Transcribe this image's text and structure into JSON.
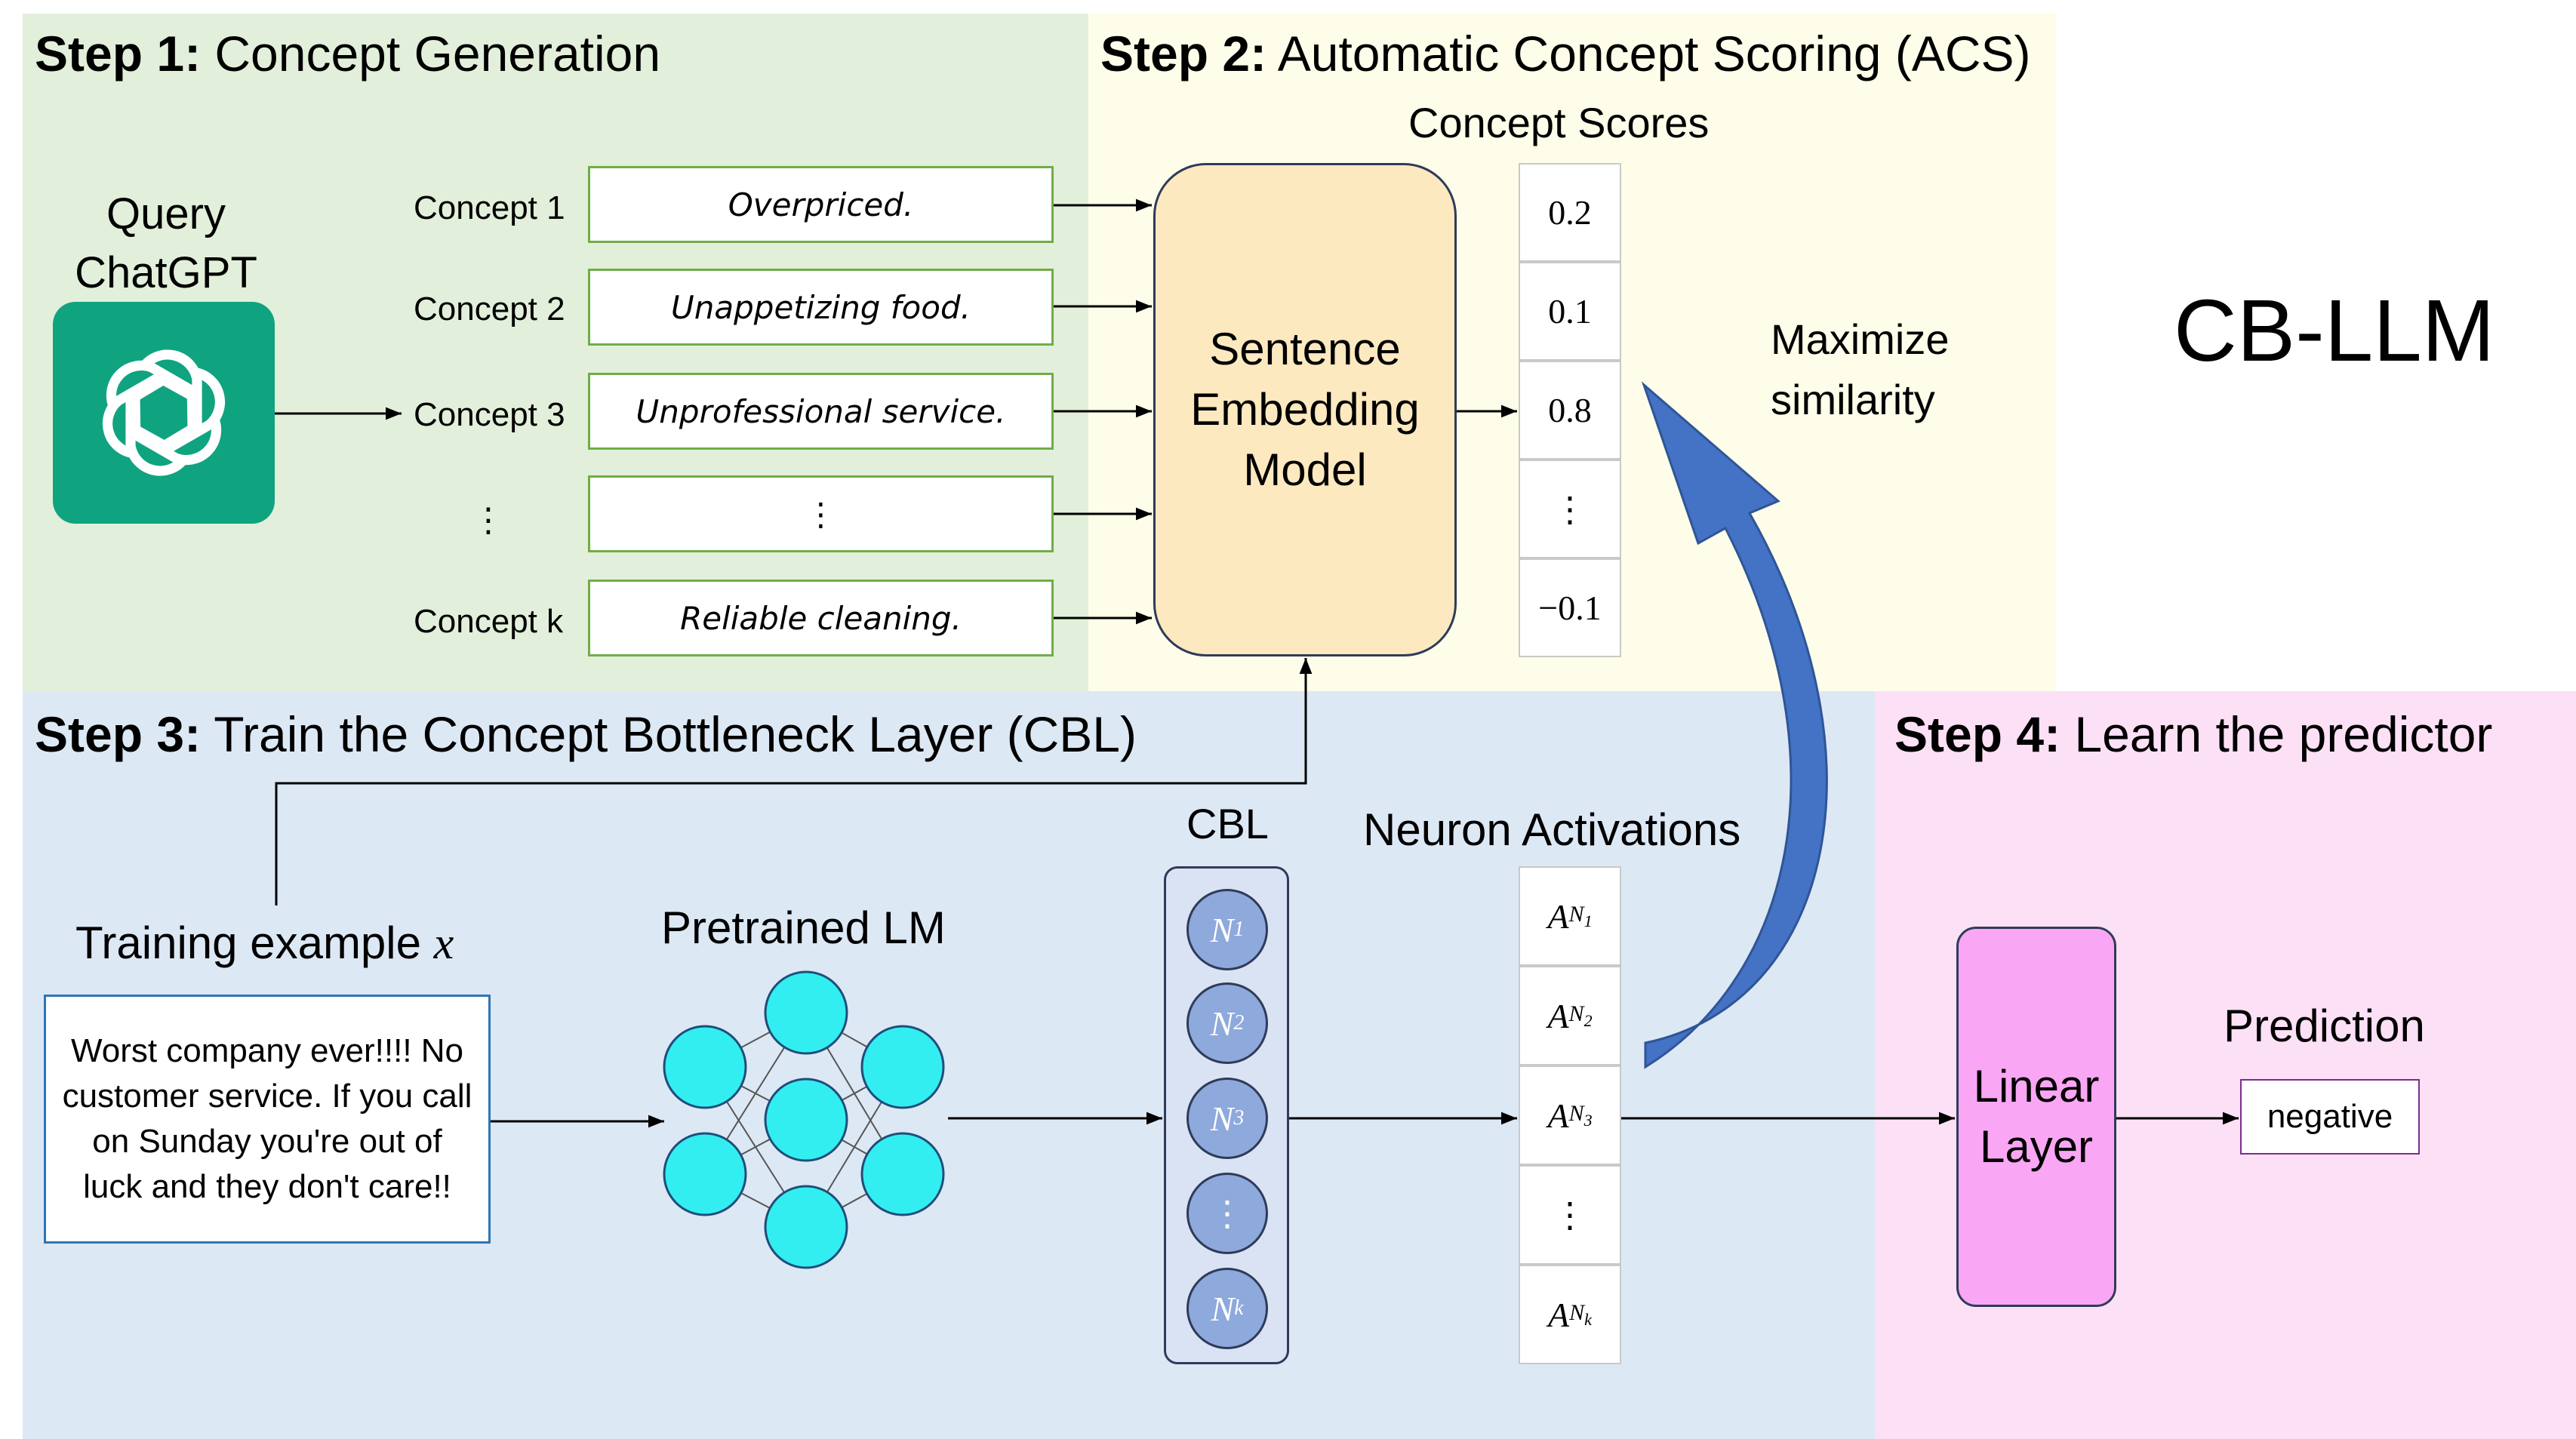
{
  "colors": {
    "step1_bg": "#e2efda",
    "step2_bg": "#fdfde9",
    "step3_bg": "#dde8f5",
    "step4_bg": "#fce0f5",
    "chatgpt_green": "#10a37f",
    "concept_border": "#70ad47",
    "embedding_fill": "#fde9bf",
    "cbl_fill": "#dae3f3",
    "neuron_fill": "#8ea9db",
    "lm_node_fill": "#33eef0",
    "linear_fill": "#f9a6f4",
    "arrow_blue": "#4472c4"
  },
  "step1": {
    "bold": "Step 1:",
    "text": " Concept Generation"
  },
  "step2": {
    "bold": "Step 2:",
    "text": " Automatic Concept Scoring (ACS)"
  },
  "step3": {
    "bold": "Step 3:",
    "text": " Train the Concept Bottleneck Layer (CBL)"
  },
  "step4": {
    "bold": "Step 4:",
    "text": " Learn the predictor"
  },
  "query": {
    "line1": "Query",
    "line2": "ChatGPT",
    "icon": "chatgpt-logo-icon"
  },
  "concepts": [
    {
      "label": "Concept 1",
      "text": "Overpriced."
    },
    {
      "label": "Concept 2",
      "text": "Unappetizing food."
    },
    {
      "label": "Concept 3",
      "text": "Unprofessional service."
    },
    {
      "label": "⋮",
      "text": "⋮"
    },
    {
      "label": "Concept k",
      "text": "Reliable cleaning."
    }
  ],
  "embedding": {
    "line1": "Sentence",
    "line2": "Embedding",
    "line3": "Model"
  },
  "concept_scores": {
    "title": "Concept Scores",
    "values": [
      "0.2",
      "0.1",
      "0.8",
      "⋮",
      "−0.1"
    ]
  },
  "maximize": {
    "line1": "Maximize",
    "line2": "similarity"
  },
  "cb_llm": "CB-LLM",
  "training": {
    "title_text": "Training example ",
    "title_var": "x",
    "example": "Worst company ever!!!! No customer service. If you call on Sunday you're out of luck and they don't care!!"
  },
  "pretrained_lm": "Pretrained LM",
  "cbl": {
    "title": "CBL",
    "neurons": [
      {
        "base": "N",
        "sub": "1"
      },
      {
        "base": "N",
        "sub": "2"
      },
      {
        "base": "N",
        "sub": "3"
      },
      {
        "base": "⋮",
        "sub": ""
      },
      {
        "base": "N",
        "sub": "k"
      }
    ]
  },
  "activations": {
    "title": "Neuron Activations",
    "cells": [
      {
        "base": "A",
        "sub1": "N",
        "sub2": "1"
      },
      {
        "base": "A",
        "sub1": "N",
        "sub2": "2"
      },
      {
        "base": "A",
        "sub1": "N",
        "sub2": "3"
      },
      {
        "base": "⋮",
        "sub1": "",
        "sub2": ""
      },
      {
        "base": "A",
        "sub1": "N",
        "sub2": "k"
      }
    ]
  },
  "linear": {
    "line1": "Linear",
    "line2": "Layer"
  },
  "prediction": {
    "title": "Prediction",
    "value": "negative"
  }
}
